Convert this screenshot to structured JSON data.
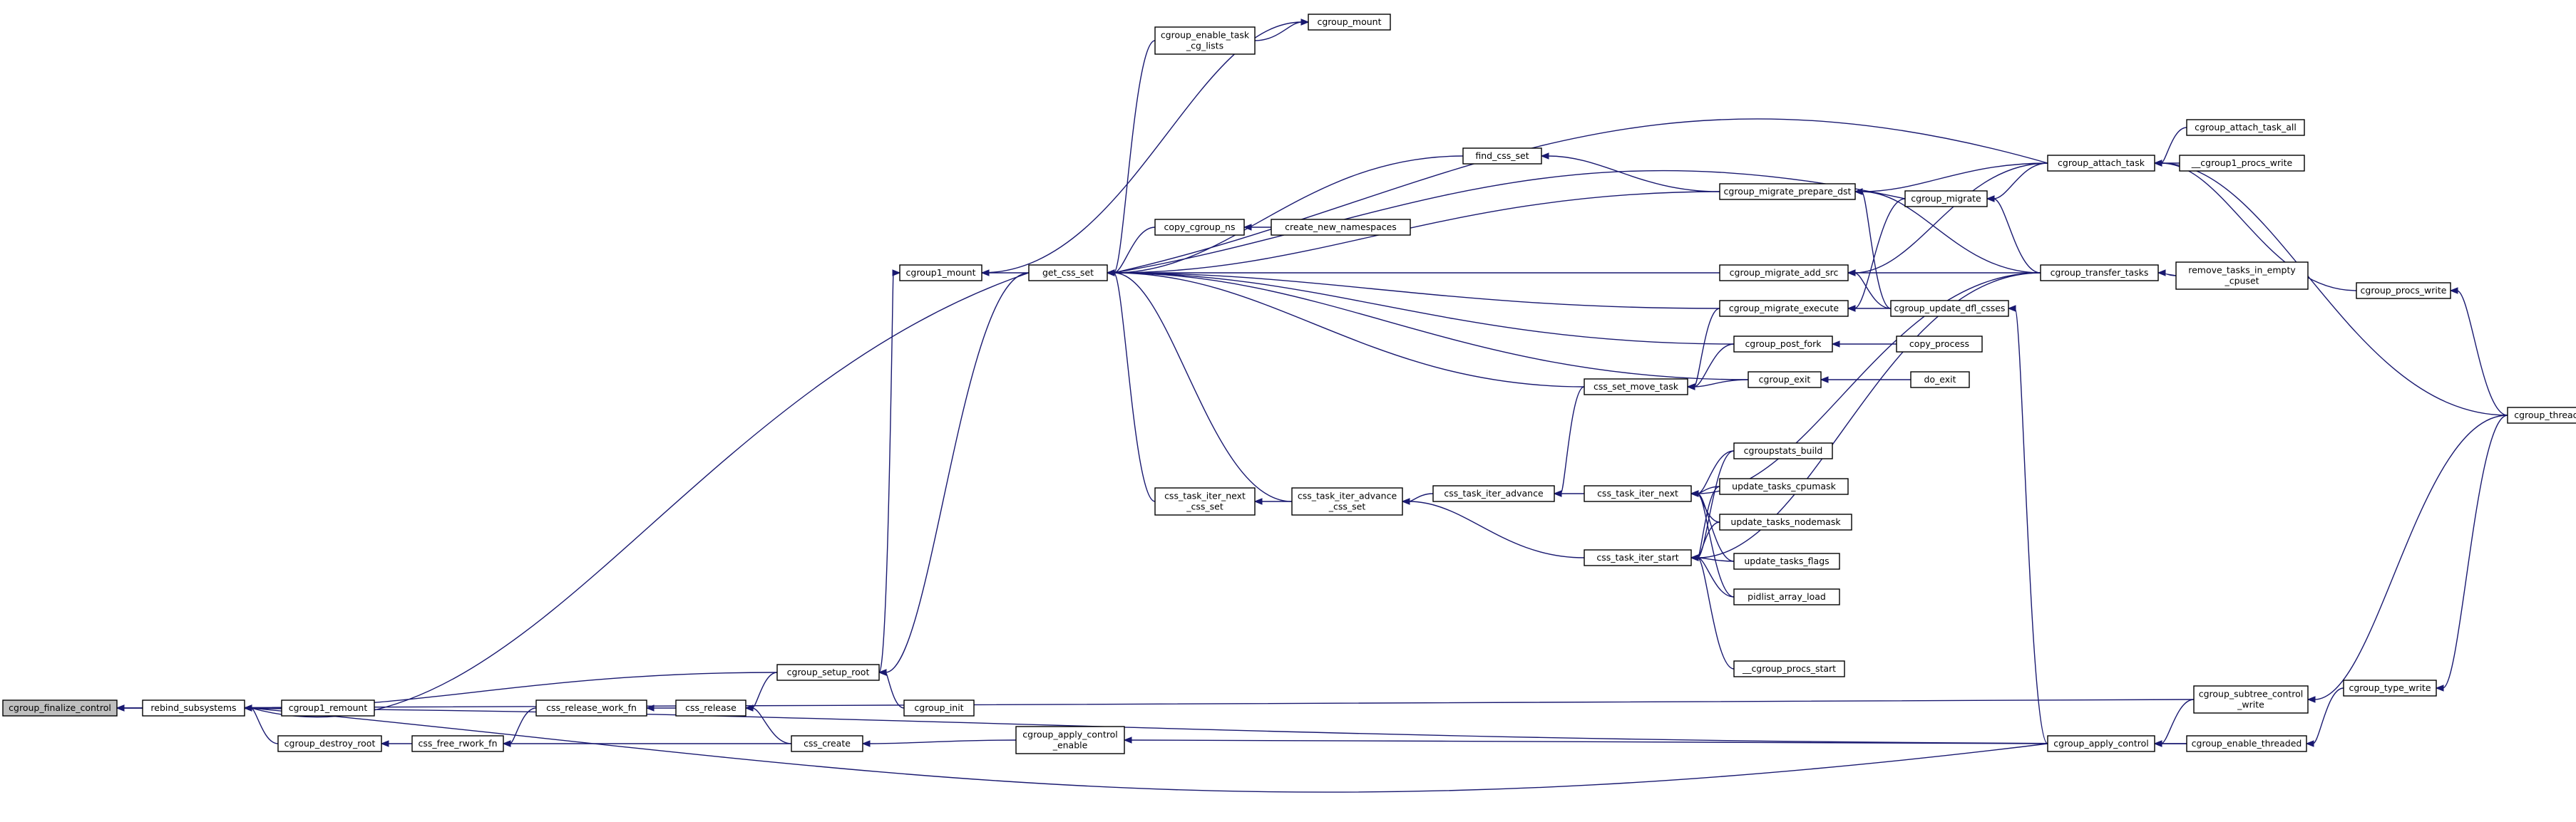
{
  "colors": {
    "edge": "#191970",
    "node_border_default": "#000000",
    "node_border_truncated": "#ff0000",
    "node_fill_default": "#ffffff",
    "node_fill_root": "#bfbfbf",
    "text": "#000000"
  },
  "nodes": [
    {
      "id": "n0",
      "lines": [
        "cgroup_finalize_control"
      ],
      "root": true
    },
    {
      "id": "n1",
      "lines": [
        "rebind_subsystems"
      ]
    },
    {
      "id": "n2",
      "lines": [
        "cgroup_setup_root"
      ]
    },
    {
      "id": "n3",
      "lines": [
        "cgroup1_remount"
      ]
    },
    {
      "id": "n4",
      "lines": [
        "cgroup_destroy_root"
      ]
    },
    {
      "id": "n5",
      "lines": [
        "css_free_rwork_fn"
      ]
    },
    {
      "id": "n6",
      "lines": [
        "css_release_work_fn"
      ]
    },
    {
      "id": "n7",
      "lines": [
        "css_release"
      ],
      "truncated": true
    },
    {
      "id": "n8",
      "lines": [
        "css_create"
      ]
    },
    {
      "id": "n9",
      "lines": [
        "cgroup_apply_control",
        "_enable"
      ],
      "truncated": true
    },
    {
      "id": "n10",
      "lines": [
        "cgroup_init"
      ]
    },
    {
      "id": "n11",
      "lines": [
        "cgroup1_mount"
      ]
    },
    {
      "id": "n12",
      "lines": [
        "get_css_set"
      ]
    },
    {
      "id": "n13",
      "lines": [
        "cgroup_mount"
      ]
    },
    {
      "id": "n14",
      "lines": [
        "cgroup_enable_task",
        "_cg_lists"
      ]
    },
    {
      "id": "n15",
      "lines": [
        "find_css_set"
      ]
    },
    {
      "id": "n16",
      "lines": [
        "copy_cgroup_ns"
      ]
    },
    {
      "id": "n17",
      "lines": [
        "create_new_namespaces"
      ],
      "truncated": true
    },
    {
      "id": "n18",
      "lines": [
        "cgroup_migrate_prepare_dst"
      ]
    },
    {
      "id": "n19",
      "lines": [
        "cgroup_migrate_add_src"
      ]
    },
    {
      "id": "n20",
      "lines": [
        "cgroup_migrate_execute"
      ]
    },
    {
      "id": "n21",
      "lines": [
        "cgroup_post_fork"
      ]
    },
    {
      "id": "n22",
      "lines": [
        "cgroup_exit"
      ]
    },
    {
      "id": "n23",
      "lines": [
        "css_set_move_task"
      ]
    },
    {
      "id": "n24",
      "lines": [
        "css_task_iter_next",
        "_css_set"
      ]
    },
    {
      "id": "n25",
      "lines": [
        "css_task_iter_advance",
        "_css_set"
      ]
    },
    {
      "id": "n26",
      "lines": [
        "css_task_iter_advance"
      ]
    },
    {
      "id": "n27",
      "lines": [
        "css_task_iter_next"
      ],
      "truncated": true
    },
    {
      "id": "n28",
      "lines": [
        "css_task_iter_start"
      ],
      "truncated": true
    },
    {
      "id": "n29",
      "lines": [
        "cgroupstats_build"
      ],
      "truncated": true
    },
    {
      "id": "n30",
      "lines": [
        "update_tasks_cpumask"
      ],
      "truncated": true
    },
    {
      "id": "n31",
      "lines": [
        "update_tasks_nodemask"
      ],
      "truncated": true
    },
    {
      "id": "n32",
      "lines": [
        "update_tasks_flags"
      ],
      "truncated": true
    },
    {
      "id": "n33",
      "lines": [
        "pidlist_array_load"
      ],
      "truncated": true
    },
    {
      "id": "n34",
      "lines": [
        "__cgroup_procs_start"
      ],
      "truncated": true
    },
    {
      "id": "n35",
      "lines": [
        "copy_process"
      ],
      "truncated": true
    },
    {
      "id": "n36",
      "lines": [
        "do_exit"
      ],
      "truncated": true
    },
    {
      "id": "n37",
      "lines": [
        "cgroup_migrate"
      ]
    },
    {
      "id": "n38",
      "lines": [
        "cgroup_update_dfl_csses"
      ]
    },
    {
      "id": "n39",
      "lines": [
        "cgroup_attach_task"
      ]
    },
    {
      "id": "n40",
      "lines": [
        "cgroup_transfer_tasks"
      ]
    },
    {
      "id": "n41",
      "lines": [
        "cgroup_attach_task_all"
      ]
    },
    {
      "id": "n42",
      "lines": [
        "__cgroup1_procs_write"
      ],
      "truncated": true
    },
    {
      "id": "n43",
      "lines": [
        "remove_tasks_in_empty",
        "_cpuset"
      ],
      "truncated": true
    },
    {
      "id": "n44",
      "lines": [
        "cgroup_procs_write"
      ]
    },
    {
      "id": "n45",
      "lines": [
        "cgroup_threads_write"
      ]
    },
    {
      "id": "n46",
      "lines": [
        "cgroup_apply_control"
      ]
    },
    {
      "id": "n47",
      "lines": [
        "cgroup_subtree_control",
        "_write"
      ]
    },
    {
      "id": "n48",
      "lines": [
        "cgroup_enable_threaded"
      ]
    },
    {
      "id": "n49",
      "lines": [
        "cgroup_type_write"
      ]
    }
  ],
  "edges": [
    {
      "from": "n1",
      "to": "n0"
    },
    {
      "from": "n2",
      "to": "n1"
    },
    {
      "from": "n3",
      "to": "n1"
    },
    {
      "from": "n4",
      "to": "n1"
    },
    {
      "from": "n46",
      "to": "n1"
    },
    {
      "from": "n12",
      "to": "n1"
    },
    {
      "from": "n47",
      "to": "n0"
    },
    {
      "from": "n48",
      "to": "n0"
    },
    {
      "from": "n5",
      "to": "n4"
    },
    {
      "from": "n6",
      "to": "n5"
    },
    {
      "from": "n8",
      "to": "n5"
    },
    {
      "from": "n7",
      "to": "n6"
    },
    {
      "from": "n2",
      "to": "n7"
    },
    {
      "from": "n8",
      "to": "n7"
    },
    {
      "from": "n9",
      "to": "n8"
    },
    {
      "from": "n46",
      "to": "n9"
    },
    {
      "from": "n10",
      "to": "n2"
    },
    {
      "from": "n12",
      "to": "n2"
    },
    {
      "from": "n2",
      "to": "n11"
    },
    {
      "from": "n12",
      "to": "n11"
    },
    {
      "from": "n11",
      "to": "n13"
    },
    {
      "from": "n14",
      "to": "n13"
    },
    {
      "from": "n14",
      "to": "n12"
    },
    {
      "from": "n15",
      "to": "n12"
    },
    {
      "from": "n16",
      "to": "n12"
    },
    {
      "from": "n17",
      "to": "n16"
    },
    {
      "from": "n18",
      "to": "n12"
    },
    {
      "from": "n19",
      "to": "n12"
    },
    {
      "from": "n20",
      "to": "n12"
    },
    {
      "from": "n21",
      "to": "n12"
    },
    {
      "from": "n22",
      "to": "n12"
    },
    {
      "from": "n23",
      "to": "n12"
    },
    {
      "from": "n24",
      "to": "n12"
    },
    {
      "from": "n25",
      "to": "n12"
    },
    {
      "from": "n37",
      "to": "n12"
    },
    {
      "from": "n39",
      "to": "n12"
    },
    {
      "from": "n18",
      "to": "n15"
    },
    {
      "from": "n39",
      "to": "n18"
    },
    {
      "from": "n40",
      "to": "n18"
    },
    {
      "from": "n38",
      "to": "n18"
    },
    {
      "from": "n39",
      "to": "n19"
    },
    {
      "from": "n40",
      "to": "n19"
    },
    {
      "from": "n38",
      "to": "n19"
    },
    {
      "from": "n37",
      "to": "n20"
    },
    {
      "from": "n38",
      "to": "n20"
    },
    {
      "from": "n21",
      "to": "n23"
    },
    {
      "from": "n22",
      "to": "n23"
    },
    {
      "from": "n20",
      "to": "n23"
    },
    {
      "from": "n35",
      "to": "n21"
    },
    {
      "from": "n36",
      "to": "n22"
    },
    {
      "from": "n25",
      "to": "n24"
    },
    {
      "from": "n26",
      "to": "n25"
    },
    {
      "from": "n28",
      "to": "n25"
    },
    {
      "from": "n23",
      "to": "n26"
    },
    {
      "from": "n27",
      "to": "n26"
    },
    {
      "from": "n29",
      "to": "n27"
    },
    {
      "from": "n30",
      "to": "n27"
    },
    {
      "from": "n31",
      "to": "n27"
    },
    {
      "from": "n32",
      "to": "n27"
    },
    {
      "from": "n33",
      "to": "n27"
    },
    {
      "from": "n40",
      "to": "n27"
    },
    {
      "from": "n29",
      "to": "n28"
    },
    {
      "from": "n30",
      "to": "n28"
    },
    {
      "from": "n31",
      "to": "n28"
    },
    {
      "from": "n32",
      "to": "n28"
    },
    {
      "from": "n33",
      "to": "n28"
    },
    {
      "from": "n34",
      "to": "n28"
    },
    {
      "from": "n40",
      "to": "n28"
    },
    {
      "from": "n39",
      "to": "n37"
    },
    {
      "from": "n40",
      "to": "n37"
    },
    {
      "from": "n46",
      "to": "n38"
    },
    {
      "from": "n41",
      "to": "n39"
    },
    {
      "from": "n42",
      "to": "n39"
    },
    {
      "from": "n44",
      "to": "n39"
    },
    {
      "from": "n45",
      "to": "n39"
    },
    {
      "from": "n43",
      "to": "n40"
    },
    {
      "from": "n45",
      "to": "n44"
    },
    {
      "from": "n47",
      "to": "n46"
    },
    {
      "from": "n48",
      "to": "n46"
    },
    {
      "from": "n45",
      "to": "n47"
    },
    {
      "from": "n49",
      "to": "n48"
    },
    {
      "from": "n45",
      "to": "n49"
    }
  ]
}
